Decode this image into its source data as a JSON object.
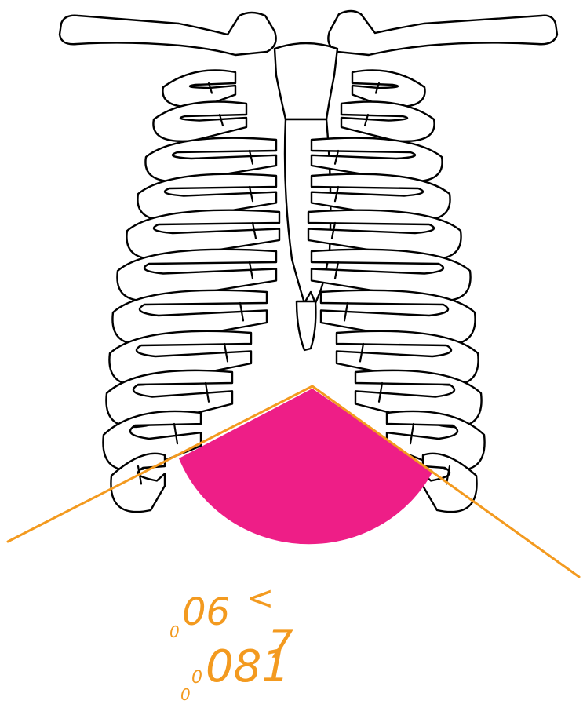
{
  "figure": {
    "subject": "rib-cage",
    "colors": {
      "outline": "#000000",
      "bone_fill": "#ffffff",
      "angle_lines": "#f39a1f",
      "angle_sector": "#ee1e87",
      "annotation": "#f39a1f"
    }
  },
  "annotations": {
    "line1": {
      "digits": "06",
      "symbol": "<",
      "degree_mark": "0"
    },
    "line2": {
      "digits": "081",
      "symbol": "7",
      "degree_mark": "0",
      "leading_mark": "0"
    }
  }
}
